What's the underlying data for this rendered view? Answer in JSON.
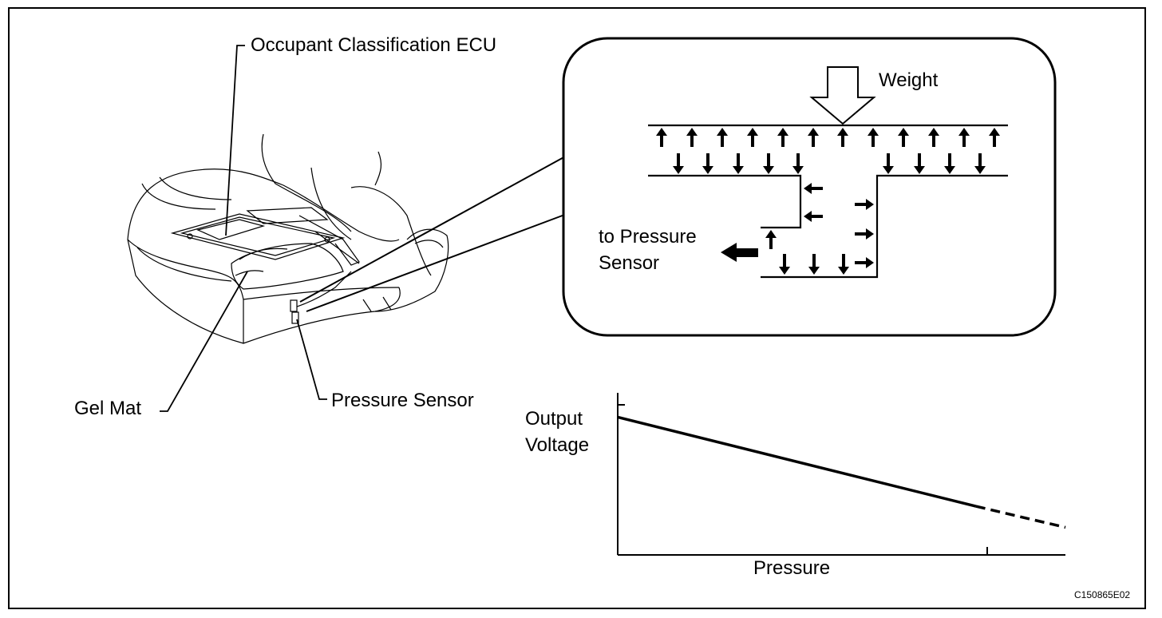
{
  "labels": {
    "ecu": "Occupant Classification ECU",
    "gel_mat": "Gel Mat",
    "pressure_sensor": "Pressure Sensor",
    "weight": "Weight",
    "to_pressure_sensor_line1": "to Pressure",
    "to_pressure_sensor_line2": "Sensor"
  },
  "chart_data": {
    "type": "line",
    "xlabel": "Pressure",
    "ylabel": "Output Voltage",
    "series": [
      {
        "style": "solid",
        "x": [
          0,
          0.8
        ],
        "y": [
          0.85,
          0.3
        ]
      },
      {
        "style": "dashed",
        "x": [
          0.8,
          1.0
        ],
        "y": [
          0.3,
          0.17
        ]
      }
    ]
  },
  "figure_code": "C150865E02"
}
